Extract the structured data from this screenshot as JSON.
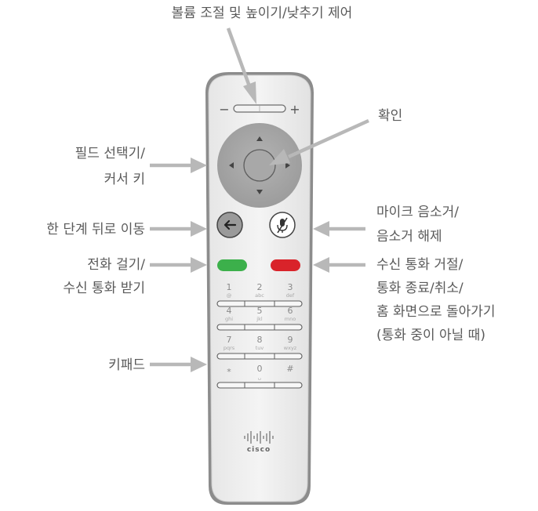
{
  "callouts": {
    "volume": "볼륨 조절 및 높이기/낮추기 제어",
    "confirm": "확인",
    "field_selector_1": "필드 선택기/",
    "field_selector_2": "커서 키",
    "back": "한 단계 뒤로 이동",
    "call_1": "전화 걸기/",
    "call_2": "수신 통화 받기",
    "keypad": "키패드",
    "mute_1": "마이크 음소거/",
    "mute_2": "음소거 해제",
    "reject_1": "수신 통화 거절/",
    "reject_2": "통화 종료/취소/",
    "reject_3": "홈 화면으로 돌아가기",
    "reject_4": "(통화 중이 아닐 때)"
  },
  "remote": {
    "volume_minus": "−",
    "volume_plus": "+",
    "brand": "cisco",
    "keys": [
      {
        "num": "1",
        "sub": "@"
      },
      {
        "num": "2",
        "sub": "abc"
      },
      {
        "num": "3",
        "sub": "def"
      },
      {
        "num": "4",
        "sub": "ghi"
      },
      {
        "num": "5",
        "sub": "jkl"
      },
      {
        "num": "6",
        "sub": "mno"
      },
      {
        "num": "7",
        "sub": "pqrs"
      },
      {
        "num": "8",
        "sub": "tuv"
      },
      {
        "num": "9",
        "sub": "wxyz"
      },
      {
        "num": "*",
        "sub": ""
      },
      {
        "num": "0",
        "sub": "␣"
      },
      {
        "num": "#",
        "sub": ""
      }
    ]
  },
  "colors": {
    "call_button": "#3cb04b",
    "reject_button": "#d9232a",
    "arrow": "#b8b8b8",
    "dpad": "#a3a3a3"
  }
}
